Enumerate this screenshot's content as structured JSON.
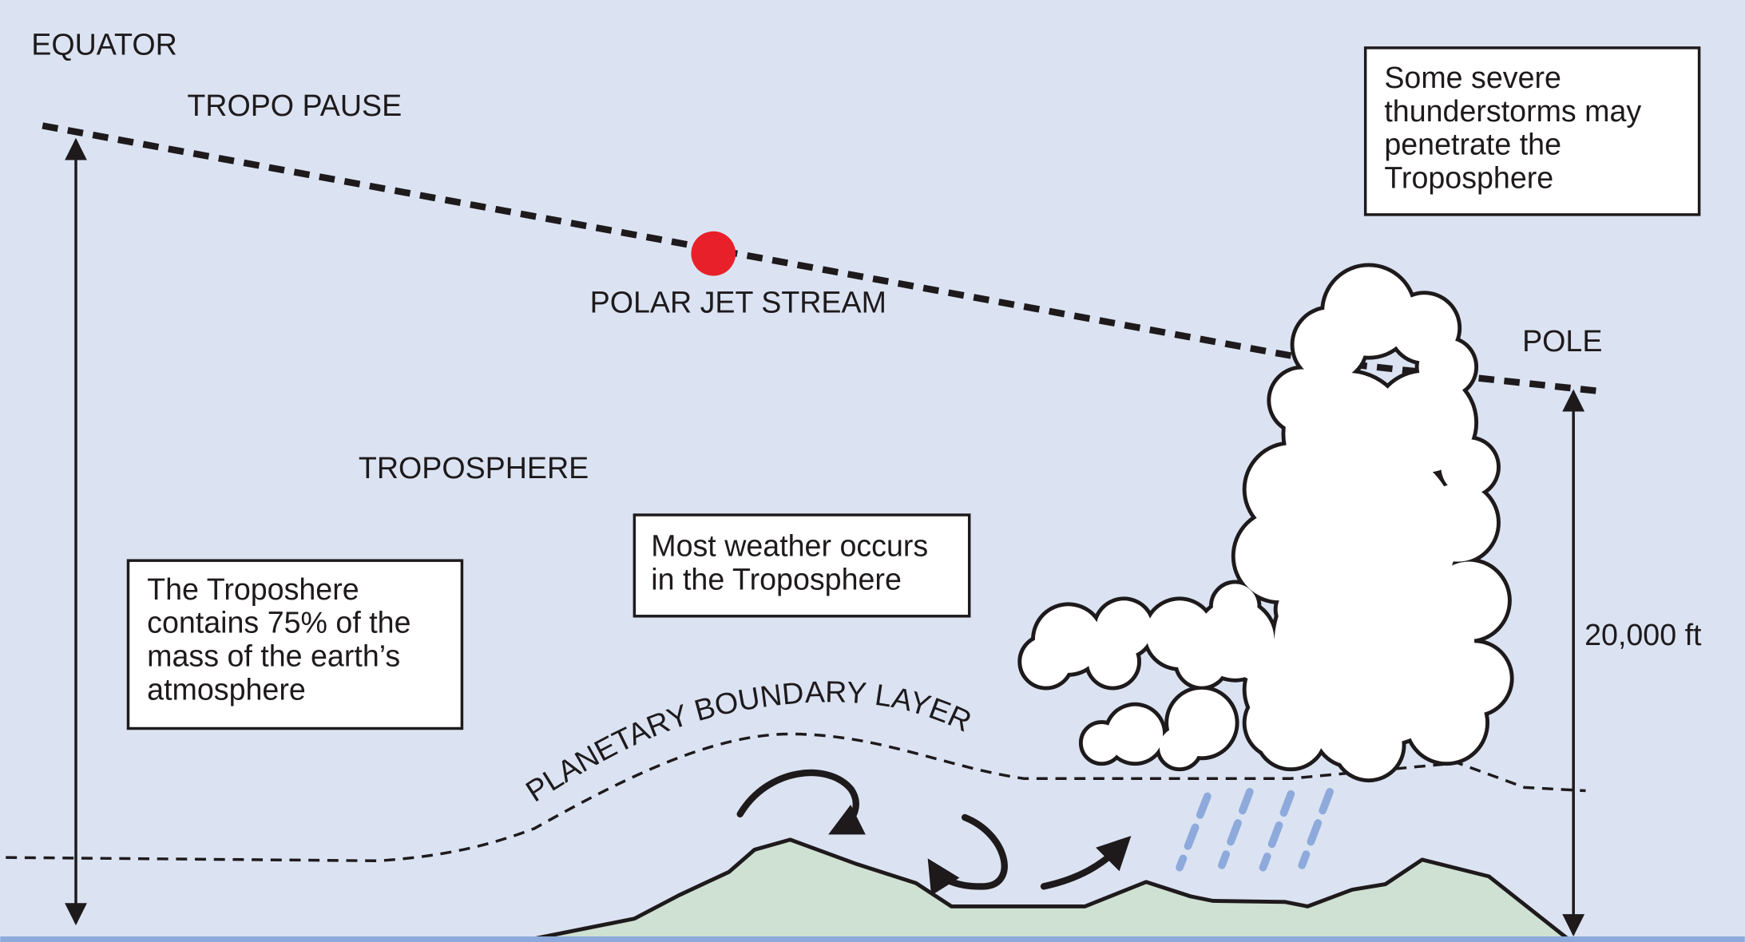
{
  "labels": {
    "equator": "EQUATOR",
    "tropopause": "TROPO PAUSE",
    "jet_stream": "POLAR JET STREAM",
    "pole": "POLE",
    "troposphere": "TROPOSPHERE",
    "boundary_layer": "PLANETARY BOUNDARY LAYER",
    "height": "20,000 ft"
  },
  "boxes": {
    "thunderstorms": [
      "Some severe",
      "thunderstorms may",
      "penetrate the",
      "Troposphere"
    ],
    "weather": [
      "Most weather occurs",
      "in the Troposphere"
    ],
    "mass": [
      "The Troposhere",
      "contains 75% of the",
      "mass of the earth’s",
      "atmosphere"
    ]
  },
  "colors": {
    "background": "#dbe3f2",
    "ground": "#cfe1d2",
    "rain": "#8eaadc",
    "jet_stream": "#e8202a",
    "ink": "#1e1a1c"
  }
}
